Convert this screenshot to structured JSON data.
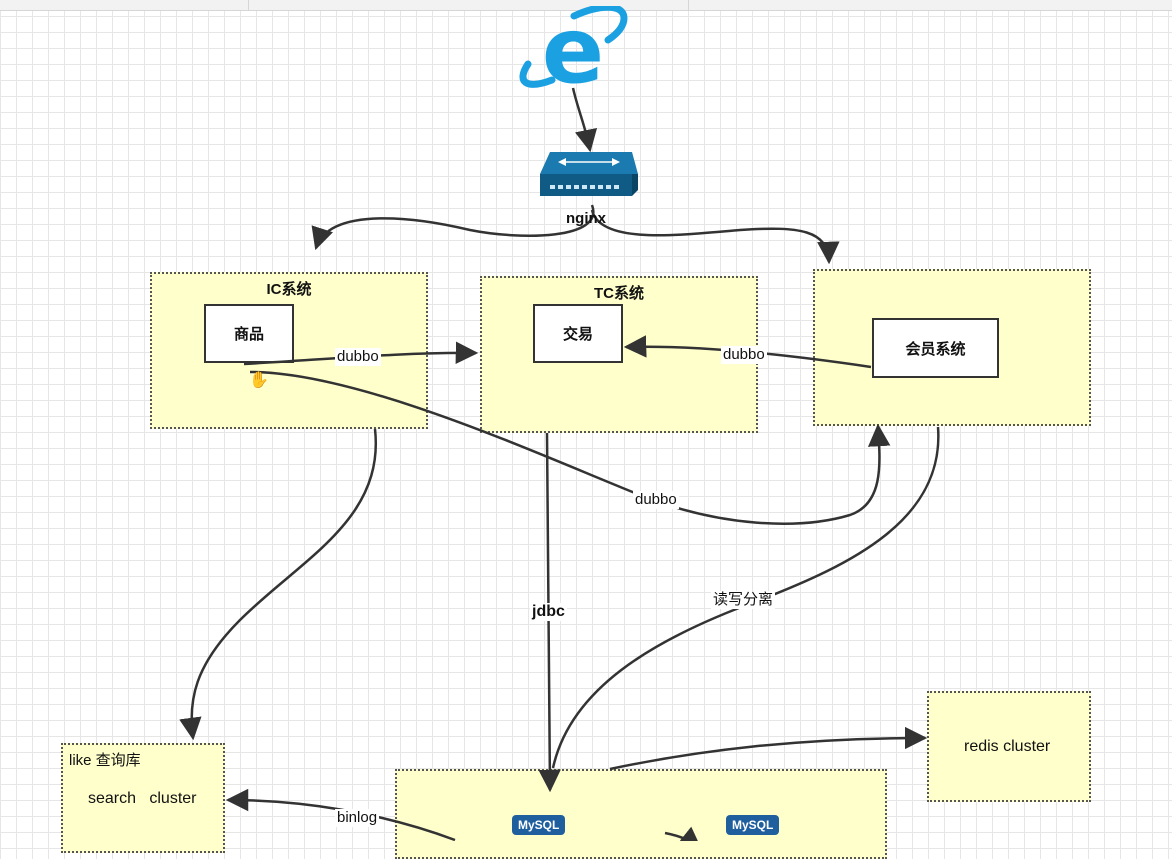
{
  "nodes": {
    "nginx_label": "nginx",
    "ic_title": "IC系统",
    "tc_title": "TC系统",
    "product_box": "商品",
    "trade_box": "交易",
    "member_box": "会员系统",
    "search_title": "like 查询库",
    "search_text": "search   cluster",
    "redis_text": "redis cluster",
    "mysql_left": "MySQL",
    "mysql_right": "MySQL"
  },
  "edges": {
    "ic_to_tc": "dubbo",
    "member_to_tc": "dubbo",
    "ic_to_member": "dubbo",
    "jdbc": "jdbc",
    "rw_split": "读写分离",
    "binlog": "binlog"
  },
  "icons": {
    "browser": "internet-explorer-icon",
    "router": "router-icon",
    "cursor": "hand-cursor-icon"
  },
  "colors": {
    "group_fill": "#ffffcc",
    "ie_blue": "#1ba1e2",
    "router_blue": "#0f5b86",
    "mysql_blue": "#1f5f9e"
  }
}
